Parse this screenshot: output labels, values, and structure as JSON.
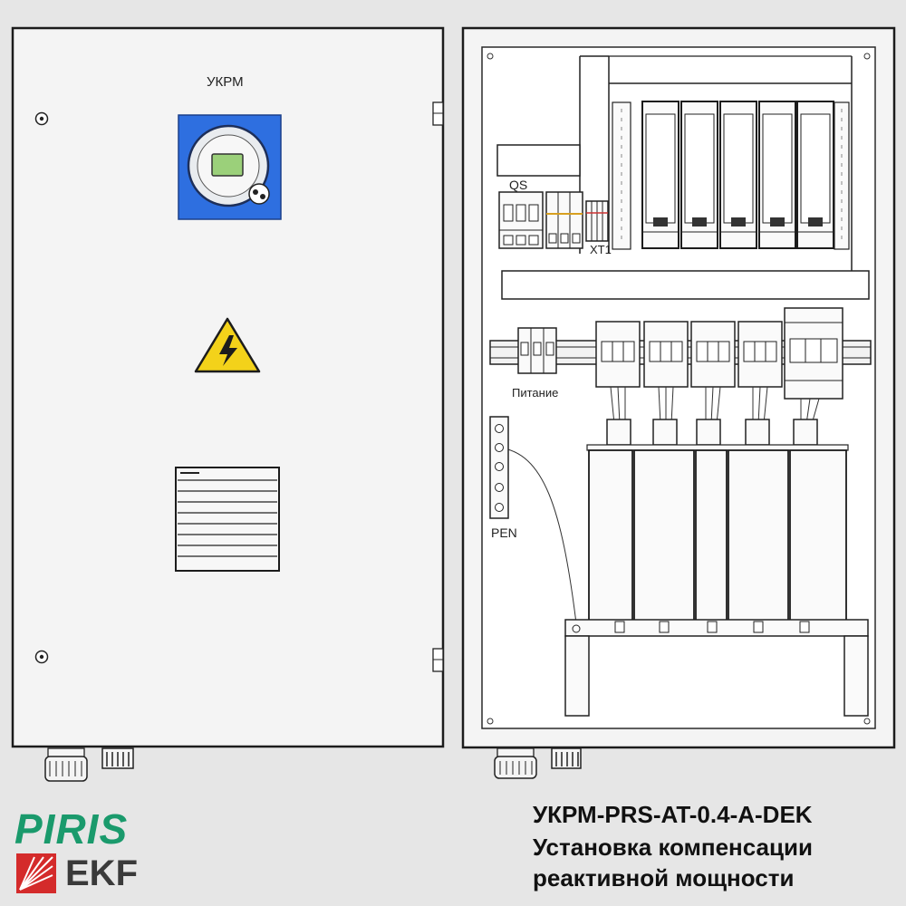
{
  "labels": {
    "panel_title": "УКРМ",
    "qs": "QS",
    "xt": "XT1",
    "power": "Питание",
    "pen": "PEN"
  },
  "footer": {
    "model": "УКРМ-PRS-AT-0.4-A-DEK",
    "title_line1": "Установка компенсации",
    "title_line2": "реактивной мощности"
  },
  "brand": {
    "piris": "PIRIS",
    "ekf": "EKF",
    "piris_color": "#1a9a6c",
    "ekf_color": "#3a3a3a",
    "ekf_mark_color": "#d42b2b"
  },
  "colors": {
    "background": "#e6e6e6",
    "controller_blue": "#2e6fe0",
    "warning_yellow": "#f3d21a"
  },
  "icons": [
    "high-voltage-warning-icon",
    "door-lock-icon",
    "ventilation-grille-icon",
    "cable-gland-icon",
    "ekf-logo-mark-icon"
  ]
}
